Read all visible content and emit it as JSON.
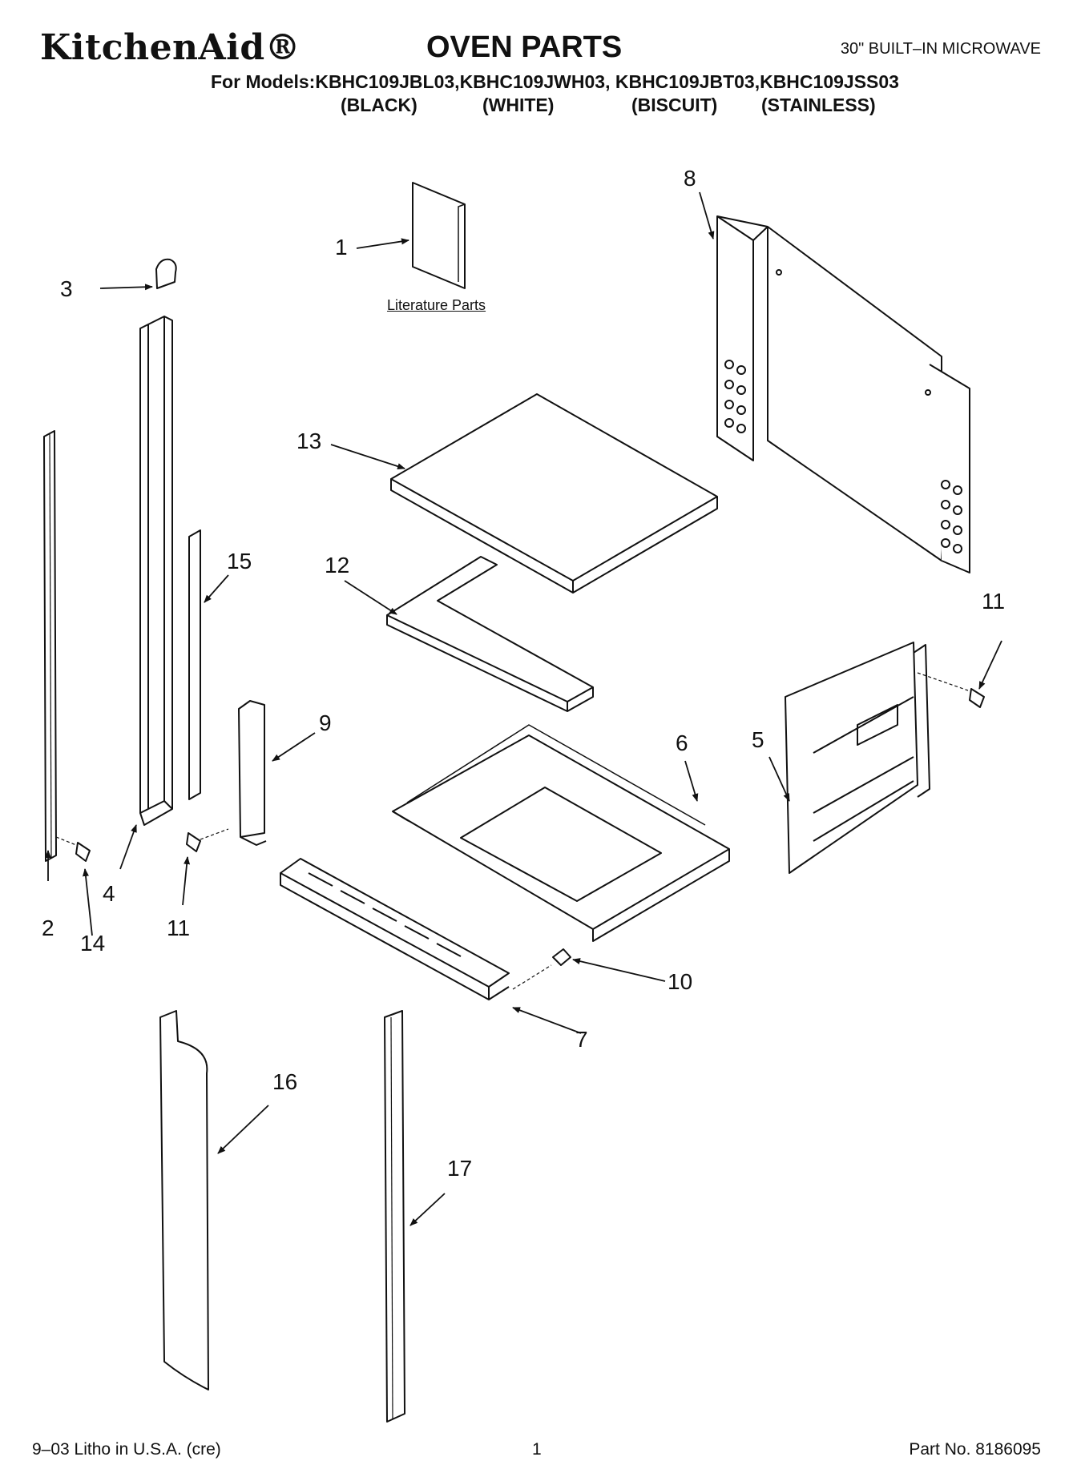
{
  "header": {
    "brand": "KitchenAid®",
    "title": "OVEN PARTS",
    "product": "30\" BUILT–IN MICROWAVE",
    "models_line": "For Models:KBHC109JBL03,KBHC109JWH03, KBHC109JBT03,KBHC109JSS03",
    "variants": [
      "(BLACK)",
      "(WHITE)",
      "(BISCUIT)",
      "(STAINLESS)"
    ]
  },
  "callouts": {
    "c1": "1",
    "c2": "2",
    "c3": "3",
    "c4": "4",
    "c5": "5",
    "c6": "6",
    "c7": "7",
    "c8": "8",
    "c9": "9",
    "c10": "10",
    "c11a": "11",
    "c11b": "11",
    "c12": "12",
    "c13": "13",
    "c14": "14",
    "c15": "15",
    "c16": "16",
    "c17": "17"
  },
  "caption": "Literature Parts",
  "footer": {
    "litho": "9–03 Litho in U.S.A. (cre)",
    "page": "1",
    "part_no": "Part No. 8186095"
  }
}
